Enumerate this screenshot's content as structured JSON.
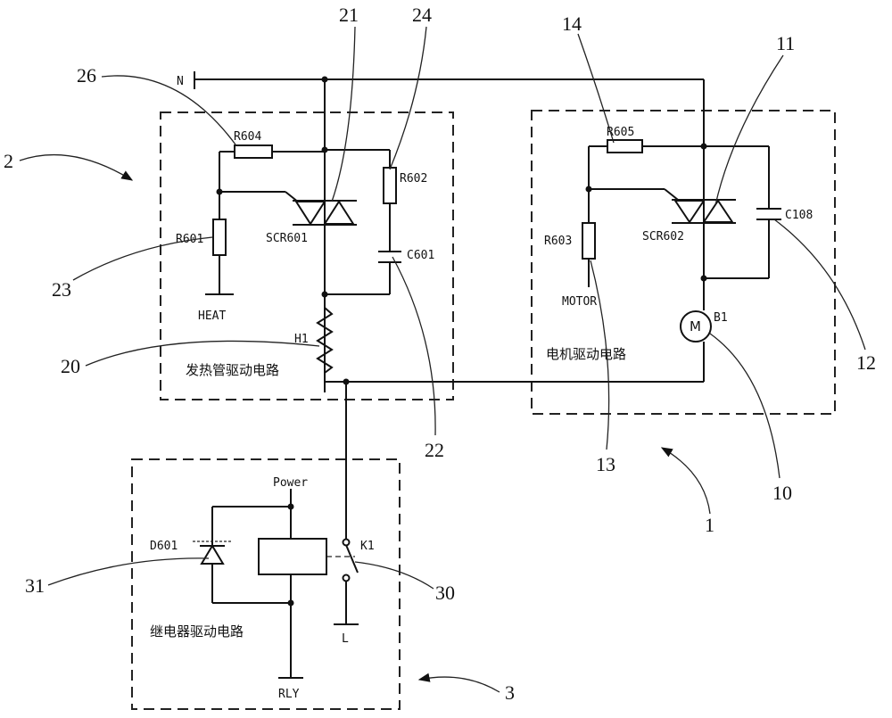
{
  "labels": {
    "n": "N",
    "r604": "R604",
    "r602": "R602",
    "r601": "R601",
    "scr601": "SCR601",
    "c601": "C601",
    "heat": "HEAT",
    "h1": "H1",
    "heater_circuit": "发热管驱动电路",
    "r605": "R605",
    "r603": "R603",
    "scr602": "SCR602",
    "c108": "C108",
    "motor": "MOTOR",
    "m": "M",
    "b1": "B1",
    "motor_circuit": "电机驱动电路",
    "power": "Power",
    "d601": "D601",
    "k1": "K1",
    "l": "L",
    "relay_circuit": "继电器驱动电路",
    "rly": "RLY"
  },
  "refs": {
    "r1": "1",
    "r2": "2",
    "r3": "3",
    "r10": "10",
    "r11": "11",
    "r12": "12",
    "r13": "13",
    "r14": "14",
    "r20": "20",
    "r21": "21",
    "r22": "22",
    "r23": "23",
    "r24": "24",
    "r26": "26",
    "r30": "30",
    "r31": "31"
  }
}
